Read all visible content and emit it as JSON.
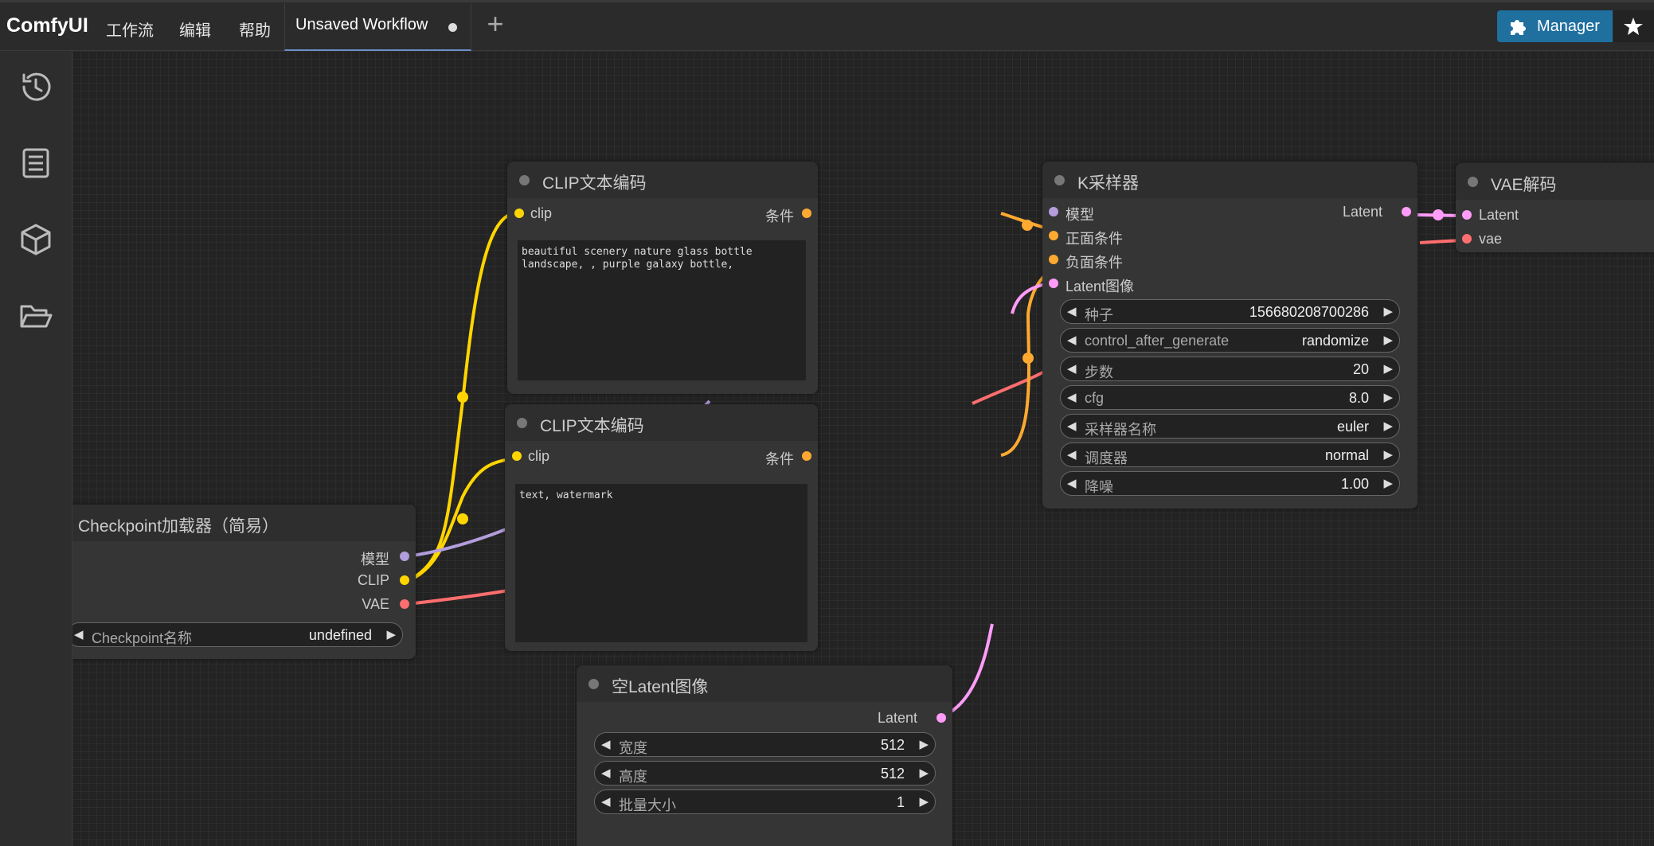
{
  "app": {
    "brand": "ComfyUI"
  },
  "menu": {
    "workflow": "工作流",
    "edit": "编辑",
    "help": "帮助"
  },
  "tabs": [
    {
      "label": "Unsaved Workflow"
    }
  ],
  "new_tab_symbol": "+",
  "manager": {
    "label": "Manager"
  },
  "sidebar": {
    "icons": [
      "history-icon",
      "library-icon",
      "model-cube-icon",
      "folder-open-icon"
    ]
  },
  "colors": {
    "clip": "#ffd500",
    "model": "#b39ddb",
    "vae": "#ff6e6e",
    "conditioning": "#ffa931",
    "latent": "#ff9cf9",
    "accent": "#1f6f9f"
  },
  "nodes": {
    "clip_pos": {
      "title": "CLIP文本编码",
      "input": "clip",
      "output": "条件",
      "text": "beautiful scenery nature glass bottle landscape, , purple galaxy bottle,"
    },
    "clip_neg": {
      "title": "CLIP文本编码",
      "input": "clip",
      "output": "条件",
      "text": "text, watermark"
    },
    "checkpoint": {
      "title": "Checkpoint加载器（简易）",
      "outputs": {
        "model": "模型",
        "clip": "CLIP",
        "vae": "VAE"
      },
      "widget": {
        "name": "Checkpoint名称",
        "value": "undefined"
      }
    },
    "ksampler": {
      "title": "K采样器",
      "inputs": {
        "model": "模型",
        "positive": "正面条件",
        "negative": "负面条件",
        "latent": "Latent图像"
      },
      "output": "Latent",
      "widgets": [
        {
          "name": "种子",
          "value": "156680208700286"
        },
        {
          "name": "control_after_generate",
          "value": "randomize"
        },
        {
          "name": "步数",
          "value": "20"
        },
        {
          "name": "cfg",
          "value": "8.0"
        },
        {
          "name": "采样器名称",
          "value": "euler"
        },
        {
          "name": "调度器",
          "value": "normal"
        },
        {
          "name": "降噪",
          "value": "1.00"
        }
      ]
    },
    "vae_decode": {
      "title": "VAE解码",
      "inputs": {
        "latent": "Latent",
        "vae": "vae"
      }
    },
    "empty_latent": {
      "title": "空Latent图像",
      "output": "Latent",
      "widgets": [
        {
          "name": "宽度",
          "value": "512"
        },
        {
          "name": "高度",
          "value": "512"
        },
        {
          "name": "批量大小",
          "value": "1"
        }
      ]
    }
  }
}
